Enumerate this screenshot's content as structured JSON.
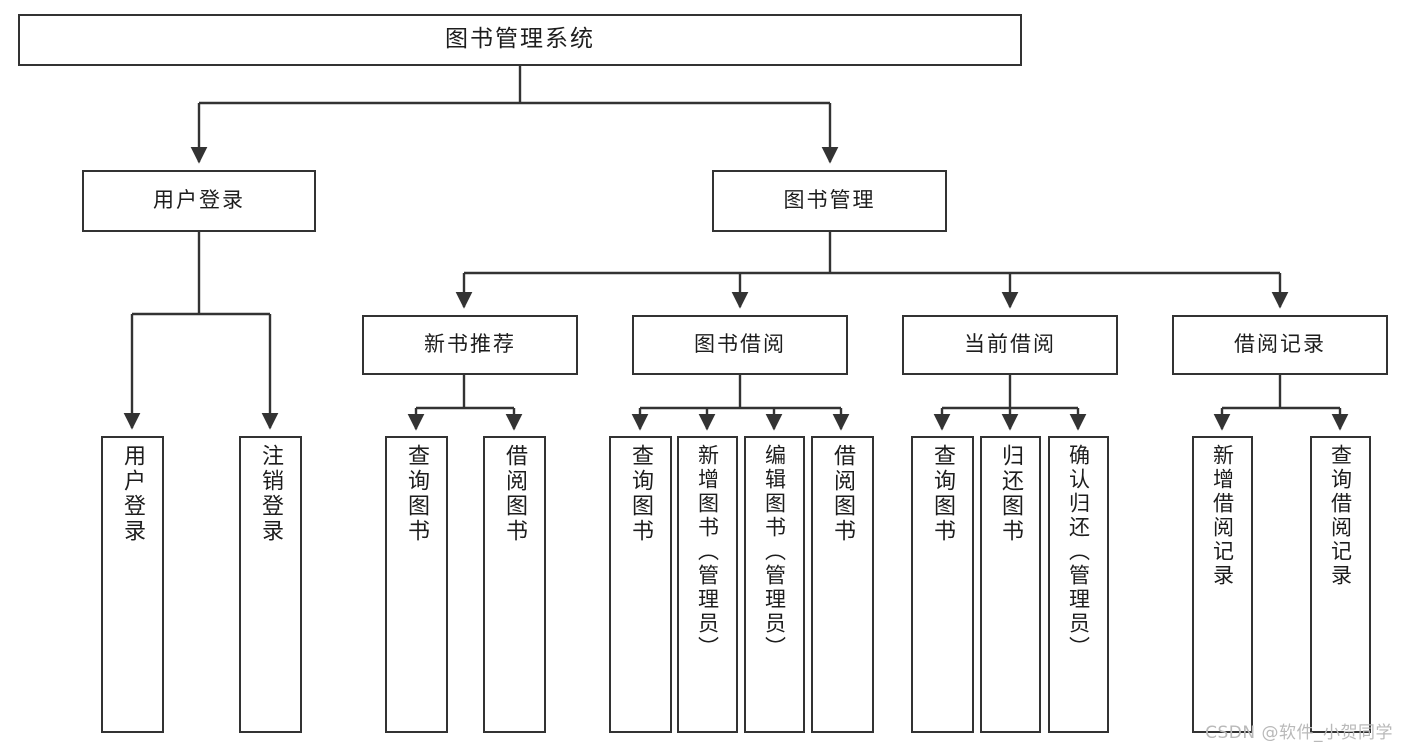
{
  "diagram": {
    "title": "图书管理系统",
    "type": "tree",
    "root": {
      "label": "图书管理系统"
    },
    "level2": [
      {
        "id": "user-login",
        "label": "用户登录"
      },
      {
        "id": "book-manage",
        "label": "图书管理"
      }
    ],
    "level3": [
      {
        "id": "new-book-recommend",
        "label": "新书推荐"
      },
      {
        "id": "book-borrow",
        "label": "图书借阅"
      },
      {
        "id": "current-borrow",
        "label": "当前借阅"
      },
      {
        "id": "borrow-record",
        "label": "借阅记录"
      }
    ],
    "leaves": {
      "user-login": [
        {
          "id": "leaf-user-login",
          "label": "用户登录"
        },
        {
          "id": "leaf-logout",
          "label": "注销登录"
        }
      ],
      "new-book-recommend": [
        {
          "id": "leaf-query-book-1",
          "label": "查询图书"
        },
        {
          "id": "leaf-borrow-book-1",
          "label": "借阅图书"
        }
      ],
      "book-borrow": [
        {
          "id": "leaf-query-book-2",
          "label": "查询图书"
        },
        {
          "id": "leaf-add-book",
          "label": "新增图书（管理员）"
        },
        {
          "id": "leaf-edit-book",
          "label": "编辑图书（管理员）"
        },
        {
          "id": "leaf-borrow-book-2",
          "label": "借阅图书"
        }
      ],
      "current-borrow": [
        {
          "id": "leaf-query-book-3",
          "label": "查询图书"
        },
        {
          "id": "leaf-return-book",
          "label": "归还图书"
        },
        {
          "id": "leaf-confirm-return",
          "label": "确认归还（管理员）"
        }
      ],
      "borrow-record": [
        {
          "id": "leaf-add-record",
          "label": "新增借阅记录"
        },
        {
          "id": "leaf-query-record",
          "label": "查询借阅记录"
        }
      ]
    },
    "colors": {
      "box_border": "#333333",
      "box_fill": "#ffffff",
      "connector": "#333333",
      "text": "#1d1d1d",
      "watermark": "#b9b9b9",
      "background": "#ffffff"
    }
  },
  "watermark": {
    "text": "CSDN @软件_小贺同学"
  }
}
